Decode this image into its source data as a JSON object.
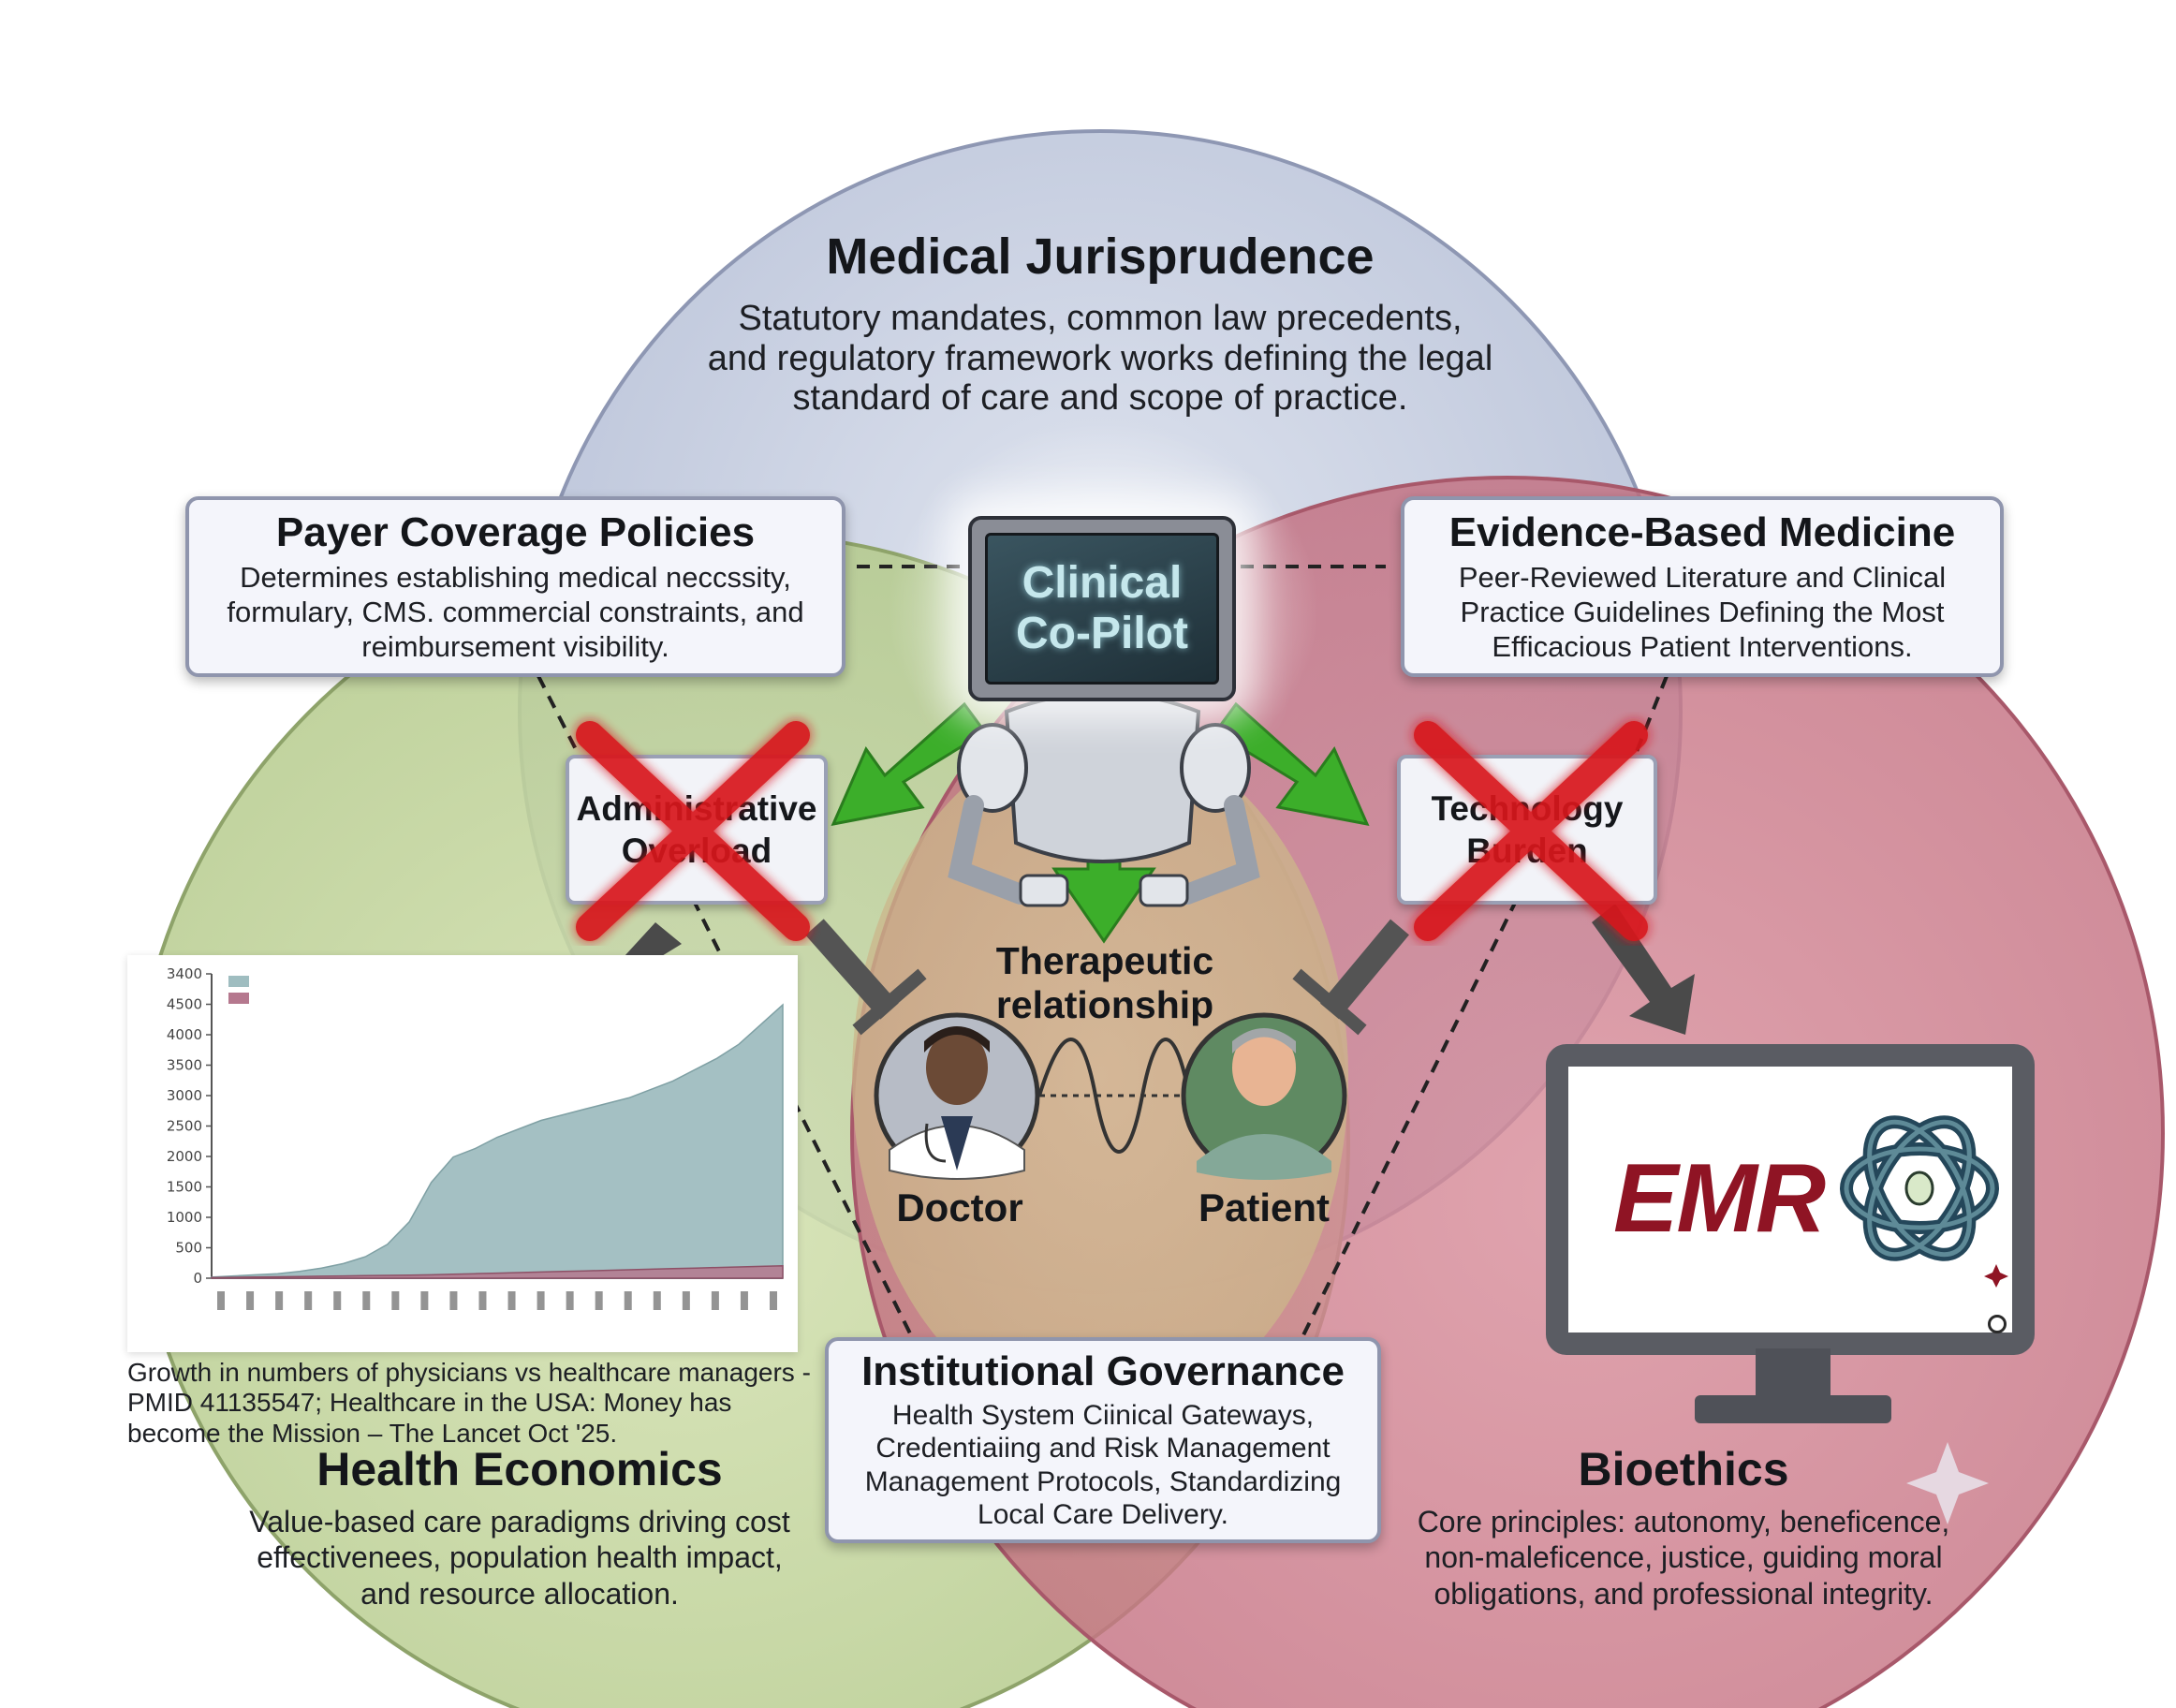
{
  "jurisprudence": {
    "title": "Medical Jurisprudence",
    "description": "Statutory mandates, common law precedents, and regulatory framework works defining the legal standard of care and scope of practice."
  },
  "payer": {
    "title": "Payer Coverage Policies",
    "description": "Determines establishing medical neccssity, formulary, CMS. commercial constraints, and reimbursement visibility."
  },
  "ebm": {
    "title": "Evidence-Based Medicine",
    "description": "Peer-Reviewed Literature and Clinical Practice Guidelines Defining the Most Efficacious Patient Interventions."
  },
  "copilot": {
    "label_line1": "Clinical",
    "label_line2": "Co-Pilot"
  },
  "barriers": {
    "admin": {
      "line1": "Administrative",
      "line2": "Overload"
    },
    "tech": {
      "line1": "Technology",
      "line2": "Burden"
    }
  },
  "relationship": {
    "label_line1": "Therapeutic",
    "label_line2": "relationship",
    "doctor": "Doctor",
    "patient": "Patient"
  },
  "health_economics": {
    "title": "Health Economics",
    "description": "Value-based care paradigms driving cost effectivenees, population health impact, and resource allocation.",
    "caption": "Growth in numbers of physicians vs healthcare managers - PMID 41135547; Healthcare in the USA: Money has become the Mission – The Lancet Oct '25."
  },
  "governance": {
    "title": "Institutional Governance",
    "description": "Health System Ciinical Gateways, Credentiaiing and Risk Management Management Protocols, Standardizing Local Care Delivery."
  },
  "bioethics": {
    "title": "Bioethics",
    "description": "Core principles: autonomy, beneficence, non-maleficence, justice, guiding moral obligations, and professional integrity."
  },
  "emr": {
    "label": "EMR"
  },
  "colors": {
    "jurisprudence_circle": "#c9d1e3",
    "economics_circle": "#c9d8a6",
    "bioethics_circle": "#d28b98",
    "arrow_green": "#3cae2a",
    "arrow_dark": "#4a4a4a",
    "cross_red": "#d8161f",
    "emr_red": "#8f1424"
  },
  "icons": {
    "copilot": "robot-icon",
    "doctor": "doctor-avatar-icon",
    "patient": "patient-avatar-icon",
    "emr_logo": "ai-knot-icon"
  },
  "chart_data": {
    "type": "area",
    "ylim": [
      0,
      5400
    ],
    "y_ticks": [
      "0",
      "500",
      "1000",
      "1500",
      "2000",
      "2500",
      "3000",
      "3500",
      "4000",
      "4500",
      "3400"
    ],
    "series": [
      {
        "values": [
          20,
          40,
          60,
          80,
          120,
          180,
          260,
          380,
          600,
          1000,
          1700,
          2150,
          2300,
          2500,
          2650,
          2800,
          2900,
          3000,
          3100,
          3200,
          3350,
          3500,
          3700,
          3900,
          4150,
          4500,
          4850
        ]
      },
      {
        "values": [
          10,
          15,
          20,
          25,
          30,
          35,
          40,
          45,
          50,
          55,
          60,
          70,
          80,
          90,
          100,
          110,
          120,
          130,
          140,
          150,
          160,
          170,
          180,
          190,
          200,
          210,
          220
        ]
      }
    ]
  }
}
